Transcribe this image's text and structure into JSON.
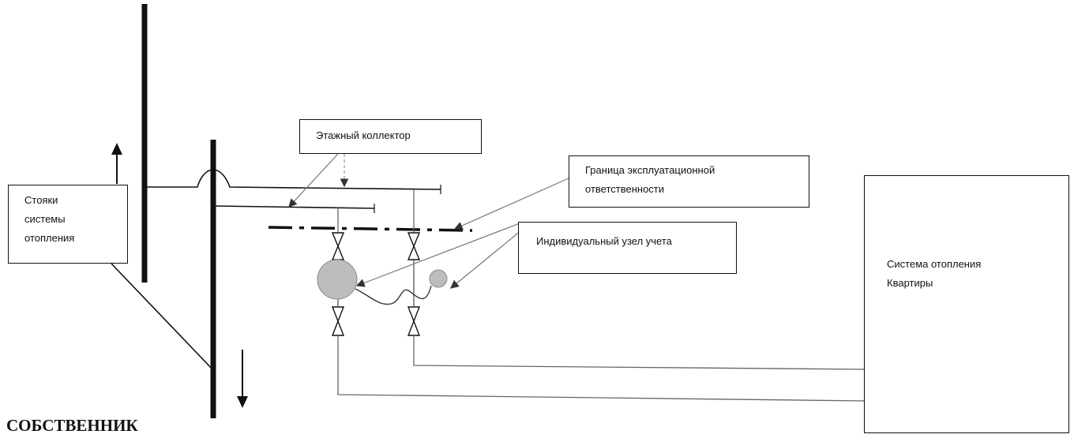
{
  "labels": {
    "risers": [
      "Стояки",
      "системы",
      "отопления"
    ],
    "floor_collector": "Этажный коллектор",
    "boundary": [
      "Граница эксплуатационной",
      "ответственности"
    ],
    "meter_unit": "Индивидуальный узел учета",
    "apartment_system": [
      "Система отопления",
      "Квартиры"
    ],
    "owner": "СОБСТВЕННИК"
  },
  "colors": {
    "line": "#111111",
    "thin_line": "#555555",
    "meter_fill": "#bdbdbd"
  },
  "icons": [
    "arrow-up-icon",
    "arrow-down-icon",
    "valve-icon",
    "heat-meter-icon"
  ]
}
